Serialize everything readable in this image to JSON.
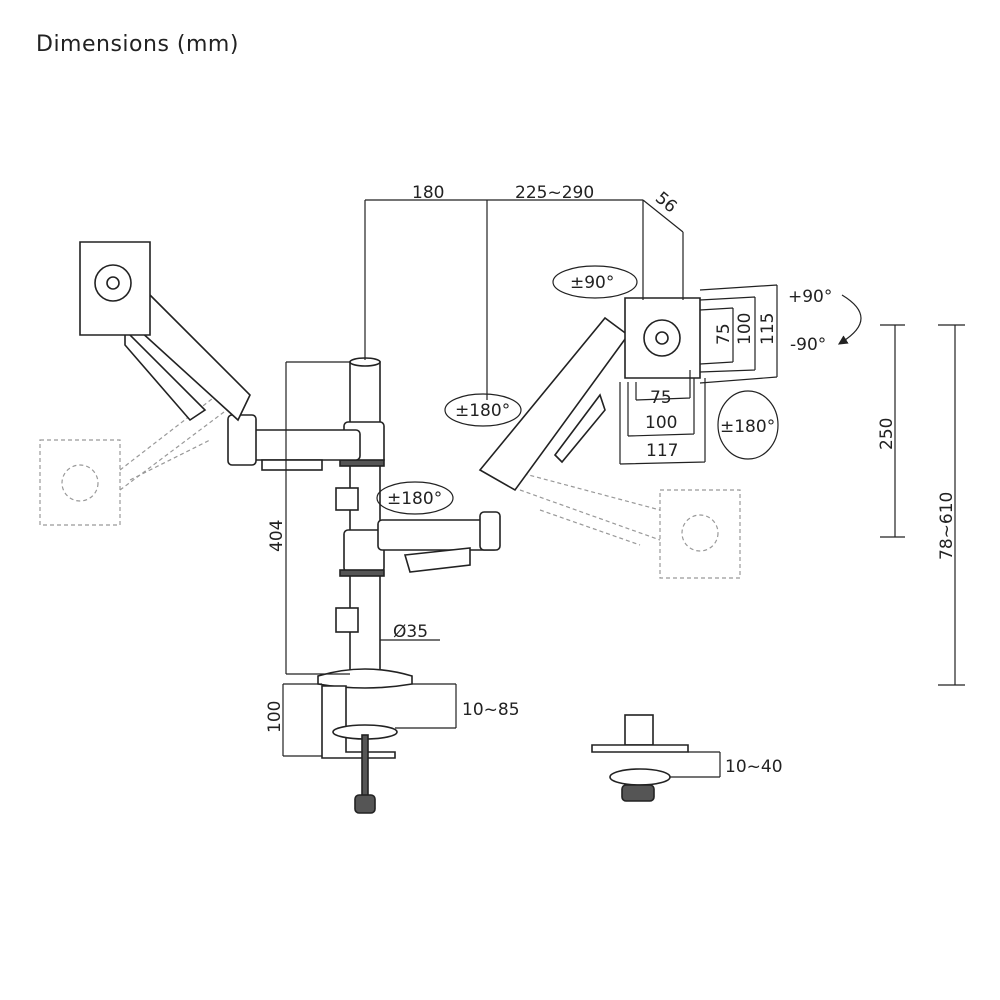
{
  "title": "Dimensions (mm)",
  "dimensions": {
    "arm_reach": "180",
    "arm_extension": "225~290",
    "plate_depth": "56",
    "swivel_top": "±90°",
    "tilt_up": "+90°",
    "tilt_down": "-90°",
    "vesa_v_75": "75",
    "vesa_v_100": "100",
    "plate_height": "115",
    "vesa_h_75": "75",
    "vesa_h_100": "100",
    "plate_width": "117",
    "rotation_screen": "±180°",
    "rotation_upper_arm": "±180°",
    "rotation_lower_arm": "±180°",
    "height_adjust": "250",
    "total_height_range": "78~610",
    "pole_height": "404",
    "pole_diameter": "Ø35",
    "clamp_height": "100",
    "clamp_range": "10~85",
    "grommet_range": "10~40"
  }
}
